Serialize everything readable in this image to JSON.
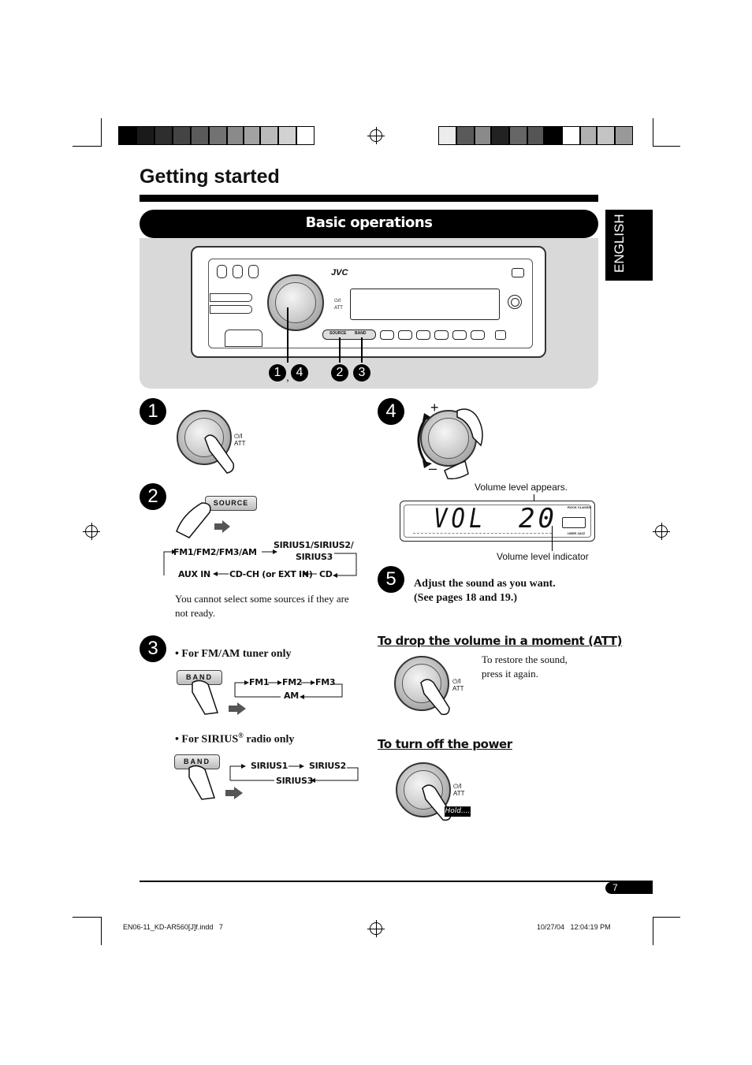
{
  "header": {
    "title": "Getting started",
    "section": "Basic operations"
  },
  "side_tab": "ENGLISH",
  "unit": {
    "brand": "JVC",
    "source_btn": "SOURCE",
    "band_btn": "BAND",
    "power_label": "⏻/I",
    "att_label": "ATT",
    "callout_1": "1",
    "callout_sep": ",",
    "callout_4": "4",
    "callout_2": "2",
    "callout_3": "3"
  },
  "steps": {
    "s1": {
      "num": "1",
      "power": "⏻/I",
      "att": "ATT"
    },
    "s2": {
      "num": "2",
      "button": "SOURCE",
      "flow_top_left": "FM1/FM2/FM3/AM",
      "flow_top_right_1": "SIRIUS1/SIRIUS2/",
      "flow_top_right_2": "SIRIUS3",
      "flow_bottom_left": "AUX IN",
      "flow_bottom_mid": "CD-CH (or EXT IN)",
      "flow_bottom_right": "CD",
      "note": "You cannot select some sources if they are not ready."
    },
    "s3": {
      "num": "3",
      "fm_bullet": "• For FM/AM tuner only",
      "button": "BAND",
      "fm1": "FM1",
      "fm2": "FM2",
      "fm3": "FM3",
      "am": "AM",
      "sirius_bullet_pre": "• For SIRIUS",
      "sirius_bullet_reg": "®",
      "sirius_bullet_post": " radio only",
      "sirius1": "SIRIUS1",
      "sirius2": "SIRIUS2",
      "sirius3": "SIRIUS3"
    },
    "s4": {
      "num": "4",
      "plus": "+",
      "minus": "–",
      "level_appears": "Volume level appears.",
      "display_vol": "VOL",
      "display_val": "20",
      "level_indicator": "Volume level indicator",
      "eq_top": "ROCK CLASSIC",
      "eq_bottom": "USER JAZZ"
    },
    "s5": {
      "num": "5",
      "text_1": "Adjust the sound as you want.",
      "text_2": "(See pages 18 and 19.)"
    }
  },
  "att_section": {
    "heading": "To drop the volume in a moment (ATT)",
    "note_1": "To restore the sound,",
    "note_2": "press it again.",
    "power": "⏻/I",
    "att": "ATT"
  },
  "power_section": {
    "heading": "To turn off the power",
    "hold": "Hold....",
    "power": "⏻/I",
    "att": "ATT"
  },
  "footer": {
    "page": "7",
    "file": "EN06-11_KD-AR560[J]f.indd   7",
    "timestamp": "10/27/04   12:04:19 PM"
  }
}
